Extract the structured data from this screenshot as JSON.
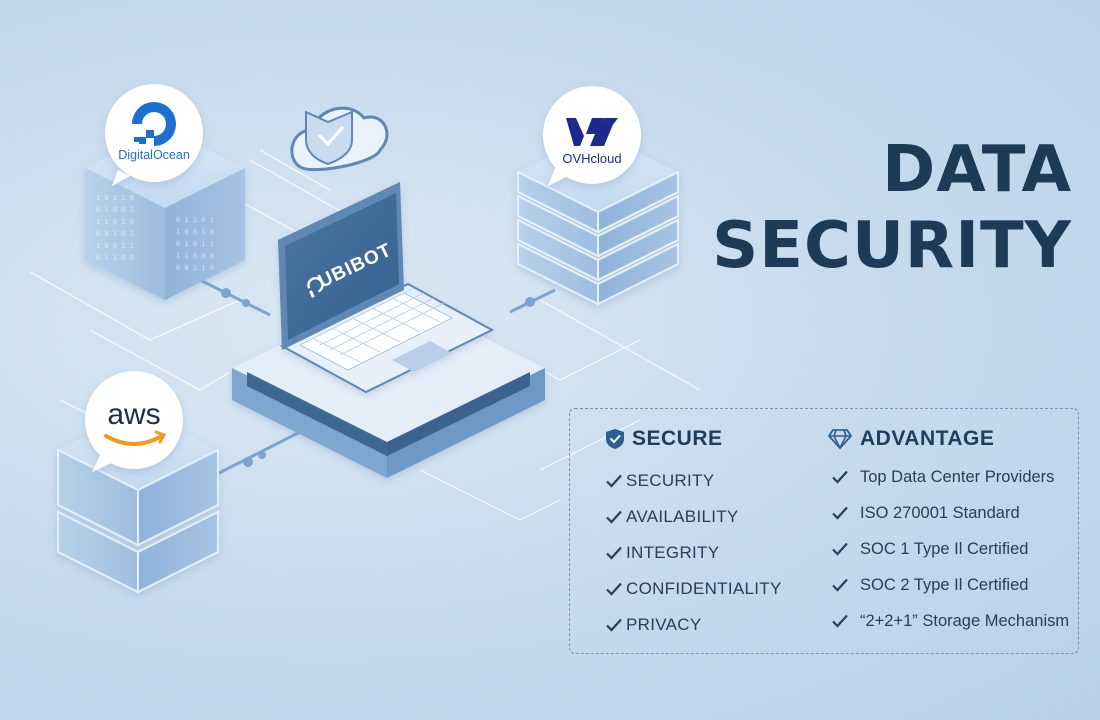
{
  "heading": {
    "line1": "DATA",
    "line2": "SECURITY"
  },
  "laptop": {
    "screen_brand": "UBIBOT"
  },
  "providers": [
    {
      "name": "DigitalOcean",
      "icon": "digitalocean-logo-icon"
    },
    {
      "name": "OVHcloud",
      "icon": "ovhcloud-logo-icon"
    },
    {
      "name": "aws",
      "icon": "aws-logo-icon"
    }
  ],
  "panel": {
    "secure": {
      "title": "SECURE",
      "icon": "shield-check-icon",
      "items": [
        "SECURITY",
        "AVAILABILITY",
        "INTEGRITY",
        "CONFIDENTIALITY",
        "PRIVACY"
      ]
    },
    "advantage": {
      "title": "ADVANTAGE",
      "icon": "diamond-icon",
      "items": [
        "Top Data Center Providers",
        "ISO 270001 Standard",
        "SOC 1 Type Il Certified",
        "SOC 2 Type Il Certified",
        "“2+2+1” Storage Mechanism"
      ]
    }
  },
  "colors": {
    "heading": "#1e3a57",
    "accent_blue": "#2f5f8f",
    "server_face": "#a9c6e4",
    "aws_orange": "#f29a1f",
    "ovh_blue": "#1b2c8f",
    "do_blue": "#1f6fd1"
  }
}
